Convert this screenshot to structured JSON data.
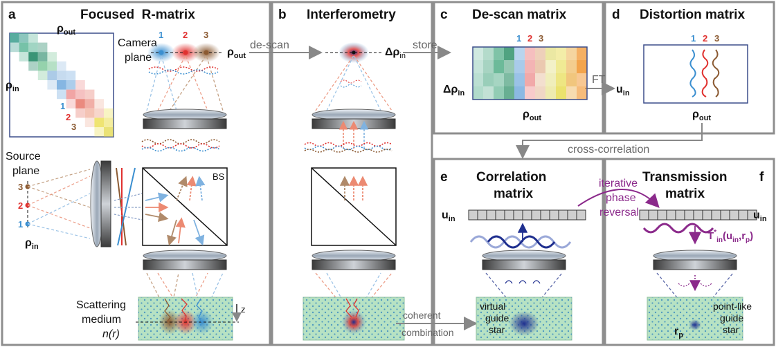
{
  "panels": {
    "a": {
      "letter": "a",
      "title": "Focused  R-matrix"
    },
    "b": {
      "letter": "b",
      "title": "Interferometry"
    },
    "c": {
      "letter": "c",
      "title": "De-scan matrix"
    },
    "d": {
      "letter": "d",
      "title": "Distortion matrix"
    },
    "e": {
      "letter": "e",
      "title_line1": "Correlation",
      "title_line2": "matrix"
    },
    "f": {
      "letter": "f",
      "title_line1": "Transmission",
      "title_line2": "matrix"
    }
  },
  "labels": {
    "rho": "ρ",
    "sub_out": "out",
    "sub_in": "in",
    "delta_rho": "Δρ",
    "u": "u",
    "camera_plane_1": "Camera",
    "camera_plane_2": "plane",
    "source_plane_1": "Source",
    "source_plane_2": "plane",
    "scattering_1": "Scattering",
    "scattering_2": "medium",
    "n_r": "n(r)",
    "z": "z",
    "bs": "BS",
    "num1": "1",
    "num2": "2",
    "num3": "3",
    "descan": "de-scan",
    "store": "store",
    "ft": "FT",
    "cross_correlation": "cross-correlation",
    "coherent": "coherent",
    "combination": "combination",
    "iterative": "iterative",
    "phase": "phase",
    "reversal": "reversal",
    "virtual_1": "virtual",
    "virtual_2": "guide",
    "virtual_3": "star",
    "point_1": "point-like",
    "point_2": "guide",
    "point_3": "star",
    "r_p": "r",
    "sub_p": "p",
    "t_formula": "T*in(uin,rp)"
  },
  "colors": {
    "c1": "#3b8fd0",
    "c2": "#e0312f",
    "c3": "#8b5a32",
    "purple": "#8b2a8b",
    "medium": "#b7e2c3",
    "navy": "#1f2f8f"
  }
}
